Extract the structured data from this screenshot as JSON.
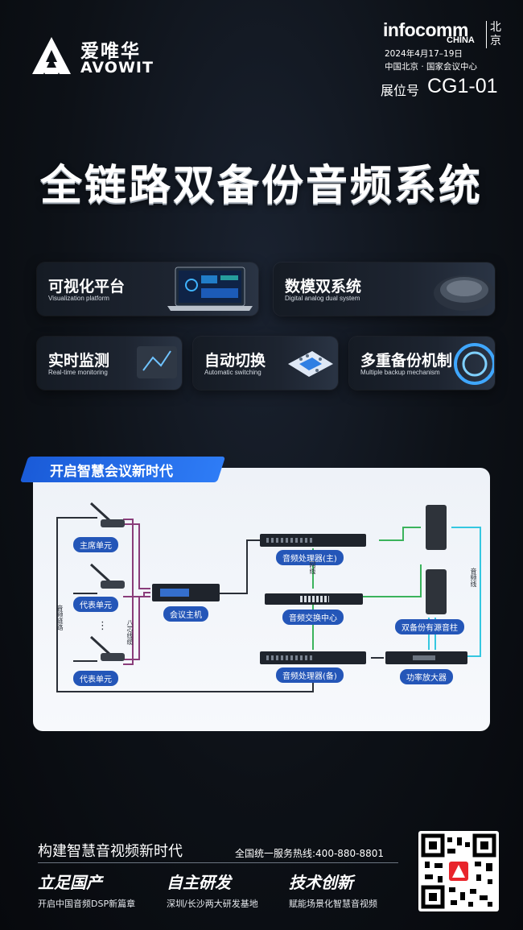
{
  "header": {
    "brand_cn": "爱唯华",
    "brand_en": "AVOWIT",
    "infocomm": "infocomm",
    "china": "CHINA",
    "city": "北京",
    "date": "2024年4月17–19日",
    "venue": "中国北京 · 国家会议中心",
    "booth_label": "展位号",
    "booth_number": "CG1-01"
  },
  "title": "全链路双备份音频系统",
  "features": [
    {
      "cn": "可视化平台",
      "en": "Visualization platform"
    },
    {
      "cn": "数模双系统",
      "en": "Digital analog dual system"
    },
    {
      "cn": "实时监测",
      "en": "Real-time monitoring"
    },
    {
      "cn": "自动切换",
      "en": "Automatic switching"
    },
    {
      "cn": "多重备份机制",
      "en": "Multiple backup mechanism"
    }
  ],
  "section_title": "开启智慧会议新时代",
  "diagram": {
    "chair_unit": "主席单元",
    "delegate_unit_1": "代表单元",
    "delegate_unit_2": "代表单元",
    "host": "会议主机",
    "dsp_main": "音频处理器(主)",
    "switch": "音频交换中心",
    "dsp_backup": "音频处理器(备)",
    "speakers": "双备份有源音柱",
    "amplifier": "功率放大器",
    "link_left": "音频链路",
    "link_right": "八芯线缆",
    "link_net": "网线",
    "link_sig": "音频线"
  },
  "footer": {
    "slogan": "构建智慧音视频新时代",
    "hotline": "全国统一服务热线:400-880-8801",
    "pillars": [
      {
        "title": "立足国产",
        "sub": "开启中国音频DSP新篇章"
      },
      {
        "title": "自主研发",
        "sub": "深圳/长沙两大研发基地"
      },
      {
        "title": "技术创新",
        "sub": "赋能场景化智慧音视频"
      }
    ]
  }
}
